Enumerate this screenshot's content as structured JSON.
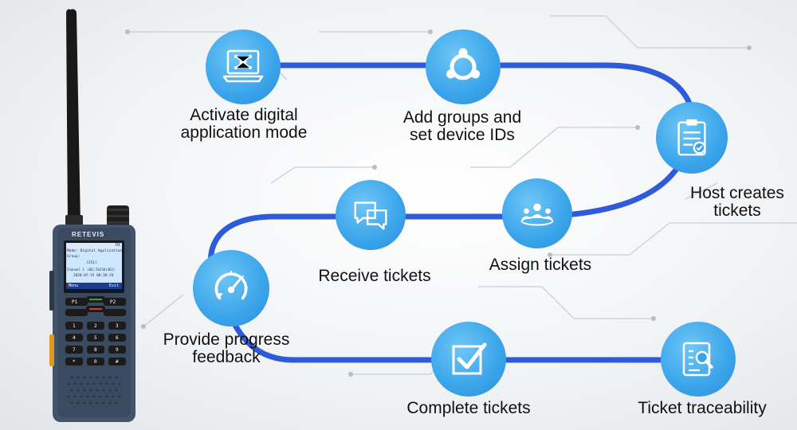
{
  "brand": "RETEVIS",
  "radio_screen": {
    "top_right": "DX",
    "line1": "Mode: Digital Application",
    "line2": "Group:",
    "line3": "(251)",
    "line4": "Channel 1 :462.56250(462)",
    "line5": "2020-07-15  08:38:29",
    "soft_left": "Menu",
    "soft_right": "Exit"
  },
  "keys": {
    "p1": "P1",
    "p2": "P2",
    "k1": "1",
    "k2": "2",
    "k3": "3",
    "k4": "4",
    "k5": "5",
    "k6": "6",
    "k7": "7",
    "k8": "8",
    "k9": "9",
    "kstar": "*",
    "k0": "0",
    "khash": "#"
  },
  "steps": [
    {
      "label_l1": "Activate digital",
      "label_l2": "application mode",
      "icon": "laptop-network-icon"
    },
    {
      "label_l1": "Add groups and",
      "label_l2": "set device IDs",
      "icon": "group-network-icon"
    },
    {
      "label_l1": "Host creates",
      "label_l2": "tickets",
      "icon": "clipboard-check-icon"
    },
    {
      "label_l1": "Assign tickets",
      "icon": "people-assign-icon"
    },
    {
      "label_l1": "Receive tickets",
      "icon": "chat-bubbles-icon"
    },
    {
      "label_l1": "Provide progress",
      "label_l2": "feedback",
      "icon": "progress-gauge-icon"
    },
    {
      "label_l1": "Complete tickets",
      "icon": "checkbox-icon"
    },
    {
      "label_l1": "Ticket traceability",
      "icon": "document-search-icon"
    }
  ],
  "colors": {
    "path": "#2e5bd9",
    "node": "#3aa4ea",
    "icon": "#ffffff"
  }
}
